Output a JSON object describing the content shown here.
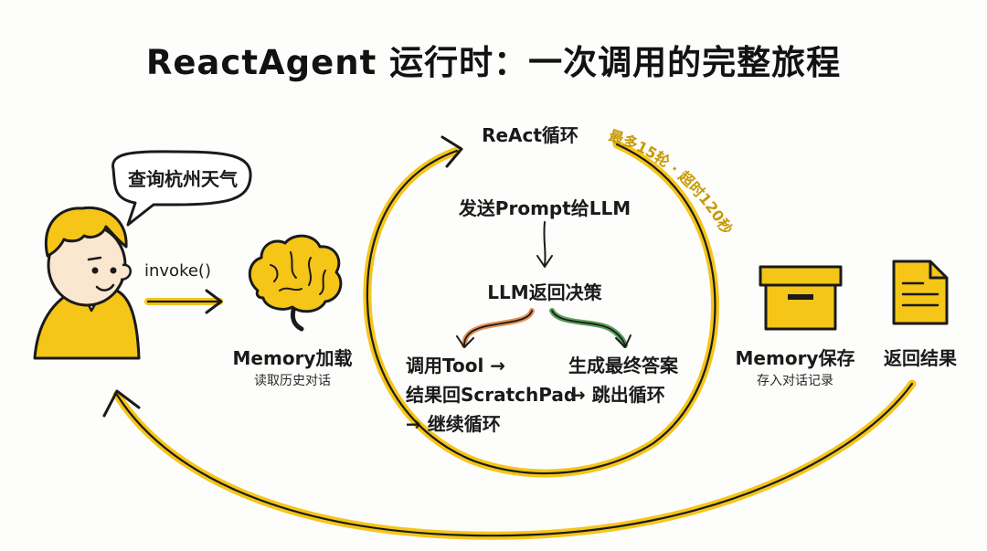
{
  "title": "ReactAgent 运行时：一次调用的完整旅程",
  "colors": {
    "accent": "#f5c518",
    "tool_branch": "#e07b39",
    "answer_branch": "#3c8c3c",
    "ink": "#1a1a1a"
  },
  "user": {
    "speech": "查询杭州天气",
    "invoke_label": "invoke()"
  },
  "memory_load": {
    "icon": "brain-icon",
    "title": "Memory加载",
    "subtitle": "读取历史对话"
  },
  "react_loop": {
    "title": "ReAct循环",
    "limit_note": "最多15轮 · 超时120秒",
    "step_send": "发送Prompt给LLM",
    "step_decide": "LLM返回决策",
    "branch_tool": {
      "line1": "调用Tool →",
      "line2": "结果回ScratchPad",
      "line3": "→ 继续循环"
    },
    "branch_answer": {
      "line1": "生成最终答案",
      "line2": "→ 跳出循环"
    }
  },
  "memory_save": {
    "icon": "storage-box-icon",
    "title": "Memory保存",
    "subtitle": "存入对话记录"
  },
  "return_result": {
    "icon": "document-icon",
    "title": "返回结果"
  }
}
